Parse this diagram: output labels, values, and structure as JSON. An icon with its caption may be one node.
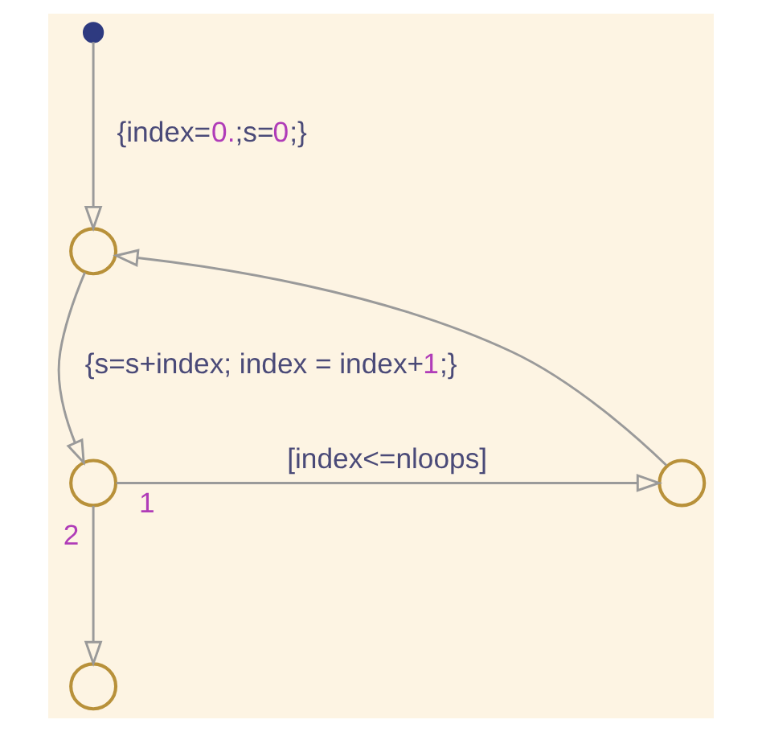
{
  "diagram": {
    "nodes": [
      {
        "text": [],
        "shape": "dot"
      },
      {
        "text": [],
        "shape": "circle"
      },
      {
        "text": [],
        "shape": "circle",
        "beside": [
          "1",
          "2"
        ]
      },
      {
        "text": [],
        "shape": "circle"
      },
      {
        "text": [],
        "shape": "circle"
      }
    ],
    "edges": [
      {
        "from": 0,
        "to": 1,
        "arrow": "to",
        "label": "{index=0.;s=0;}"
      },
      {
        "from": 1,
        "to": 2,
        "arrow": "to",
        "label": "{s=s+index; index = index+1;}"
      },
      {
        "from": 2,
        "to": 3,
        "arrow": "to",
        "label": "[index<=nloops]"
      },
      {
        "from": 3,
        "to": 1,
        "arrow": "to"
      },
      {
        "from": 2,
        "to": 4,
        "arrow": "to"
      }
    ]
  }
}
